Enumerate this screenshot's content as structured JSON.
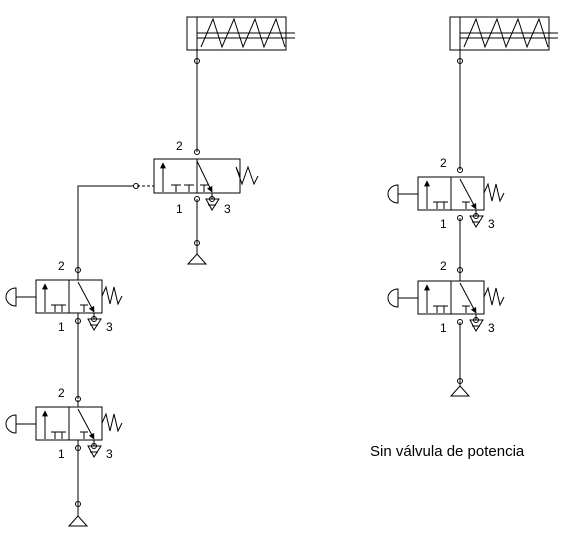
{
  "diagram": {
    "caption": "Sin válvula de potencia",
    "ports": {
      "pilot_valve": {
        "p2": "2",
        "p1": "1",
        "p3": "3"
      },
      "left_upper_valve": {
        "p2": "2",
        "p1": "1",
        "p3": "3"
      },
      "left_lower_valve": {
        "p2": "2",
        "p1": "1",
        "p3": "3"
      },
      "right_upper_valve": {
        "p2": "2",
        "p1": "1",
        "p3": "3"
      },
      "right_lower_valve": {
        "p2": "2",
        "p1": "1",
        "p3": "3"
      }
    }
  }
}
